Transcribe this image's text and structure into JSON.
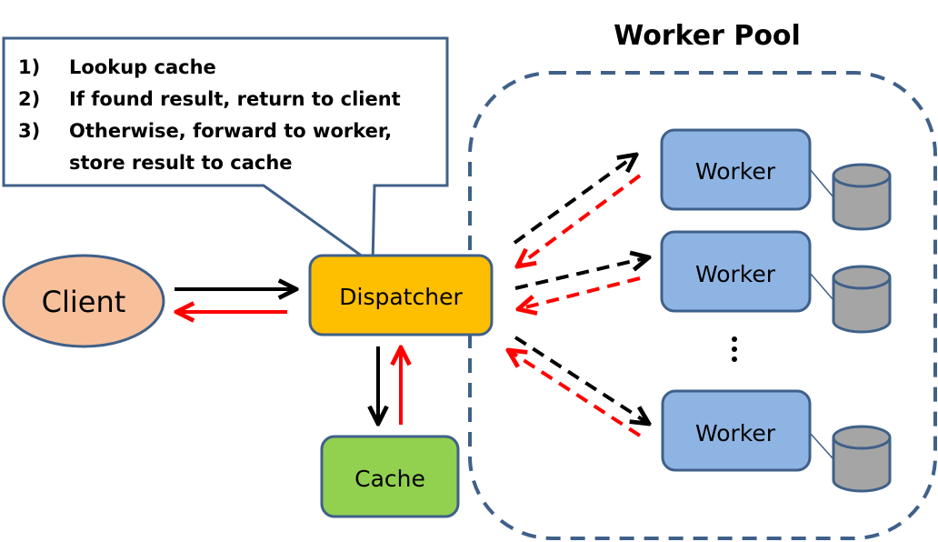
{
  "title": "Worker Pool",
  "callout": {
    "items": [
      {
        "num": "1)",
        "text": "Lookup cache"
      },
      {
        "num": "2)",
        "text": "If found result, return to client"
      },
      {
        "num": "3)",
        "text": "Otherwise, forward to worker,"
      }
    ],
    "continuation": "store result to cache"
  },
  "nodes": {
    "client": "Client",
    "dispatcher": "Dispatcher",
    "cache": "Cache",
    "workers": [
      "Worker",
      "Worker",
      "Worker"
    ],
    "ellipsis": "⋮"
  },
  "colors": {
    "outline": "#3f6089",
    "client_fill": "#f7c09a",
    "dispatcher_fill": "#fdbf00",
    "cache_fill": "#92d050",
    "worker_fill": "#8eb4e3",
    "db_fill": "#a5a5a5",
    "request_arrow": "#000000",
    "response_arrow": "#ff0000"
  }
}
